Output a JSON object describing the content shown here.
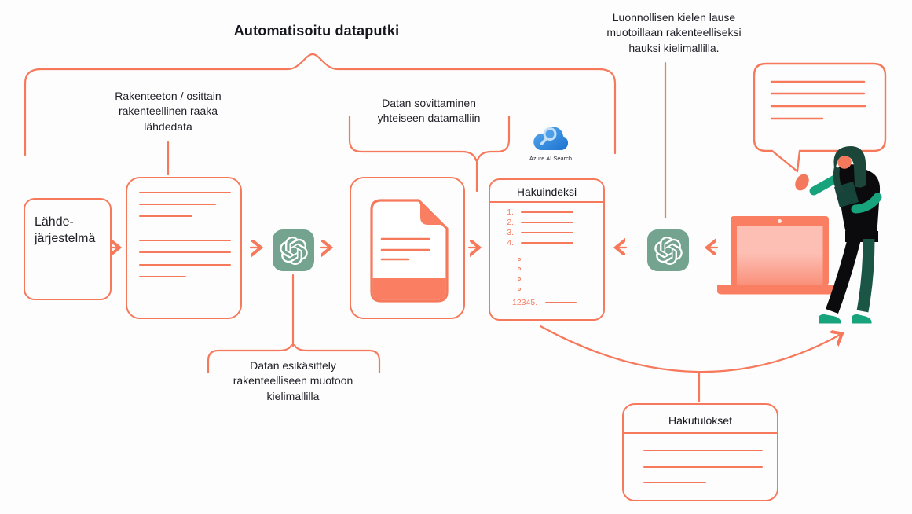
{
  "colors": {
    "accent_salmon": "#F6795C",
    "fill_salmon": "#FA7E62",
    "screen_pink": "#FDBFB4",
    "openai_green": "#74A38F",
    "azure_blue": "#2E87DC",
    "emerald": "#17A47D",
    "dark_teal": "#1C463A",
    "ink": "#1F1E26"
  },
  "title": "Automatisoitu dataputki",
  "labels": {
    "raw_source": [
      "Rakenteeton / osittain",
      "rakenteellinen raaka",
      "lähdedata"
    ],
    "data_mapping": [
      "Datan sovittaminen",
      "yhteiseen datamalliin"
    ],
    "preprocess": [
      "Datan esikäsittely",
      "rakenteelliseen muotoon",
      "kielimallilla"
    ],
    "nl_query": [
      "Luonnollisen kielen lause",
      "muotoillaan rakenteelliseksi",
      "hauksi kielimallilla."
    ]
  },
  "source_box": [
    "Lähde-",
    "järjestelmä"
  ],
  "search_index": {
    "title": "Hakuindeksi",
    "items": [
      "1.",
      "2.",
      "3.",
      "4."
    ],
    "footer": "12345."
  },
  "search_results": {
    "title": "Hakutulokset"
  },
  "azure": {
    "label": "Azure AI Search"
  },
  "icons": {
    "openai": "openai-logo",
    "azure": "azure-ai-search-cloud-icon",
    "laptop": "laptop-illustration",
    "person": "presenter-person-illustration",
    "speech_bubble": "speech-bubble"
  }
}
